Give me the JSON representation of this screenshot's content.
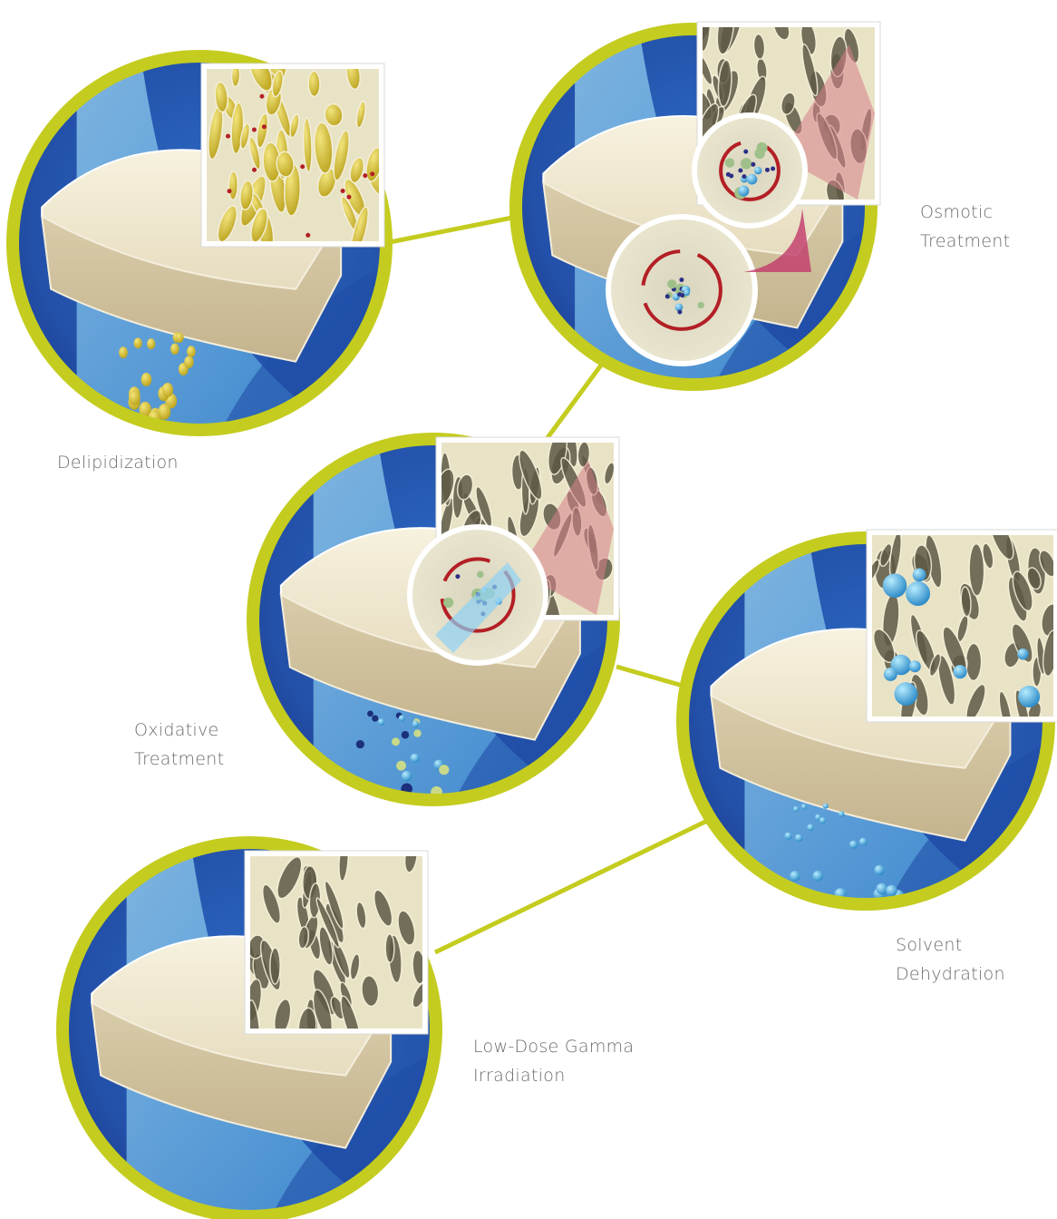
{
  "colors": {
    "ring": "#c4cc1f",
    "bg_dark": "#1d3d93",
    "bg_mid": "#2a61bd",
    "beam": "#6fb3e0",
    "bone_top": "#f2ecd6",
    "bone_side": "#d8cbab",
    "lipid": "#d8c32e",
    "solvent": "#3aa0d8",
    "membrane": "#b31f25"
  },
  "steps": [
    {
      "id": "delipidization",
      "lines": [
        "Delipidization"
      ],
      "inset": "lipid",
      "particles": "lipid"
    },
    {
      "id": "osmotic",
      "lines": [
        "Osmotic",
        "Treatment"
      ],
      "inset": "pink",
      "particles": "none"
    },
    {
      "id": "oxidative",
      "lines": [
        "Oxidative",
        "Treatment"
      ],
      "inset": "pink",
      "particles": "mixed"
    },
    {
      "id": "solvent",
      "lines": [
        "Solvent",
        "Dehydration"
      ],
      "inset": "bubbles",
      "particles": "solvent"
    },
    {
      "id": "gamma",
      "lines": [
        "Low-Dose Gamma",
        "Irradiation"
      ],
      "inset": "plain",
      "particles": "none"
    }
  ]
}
